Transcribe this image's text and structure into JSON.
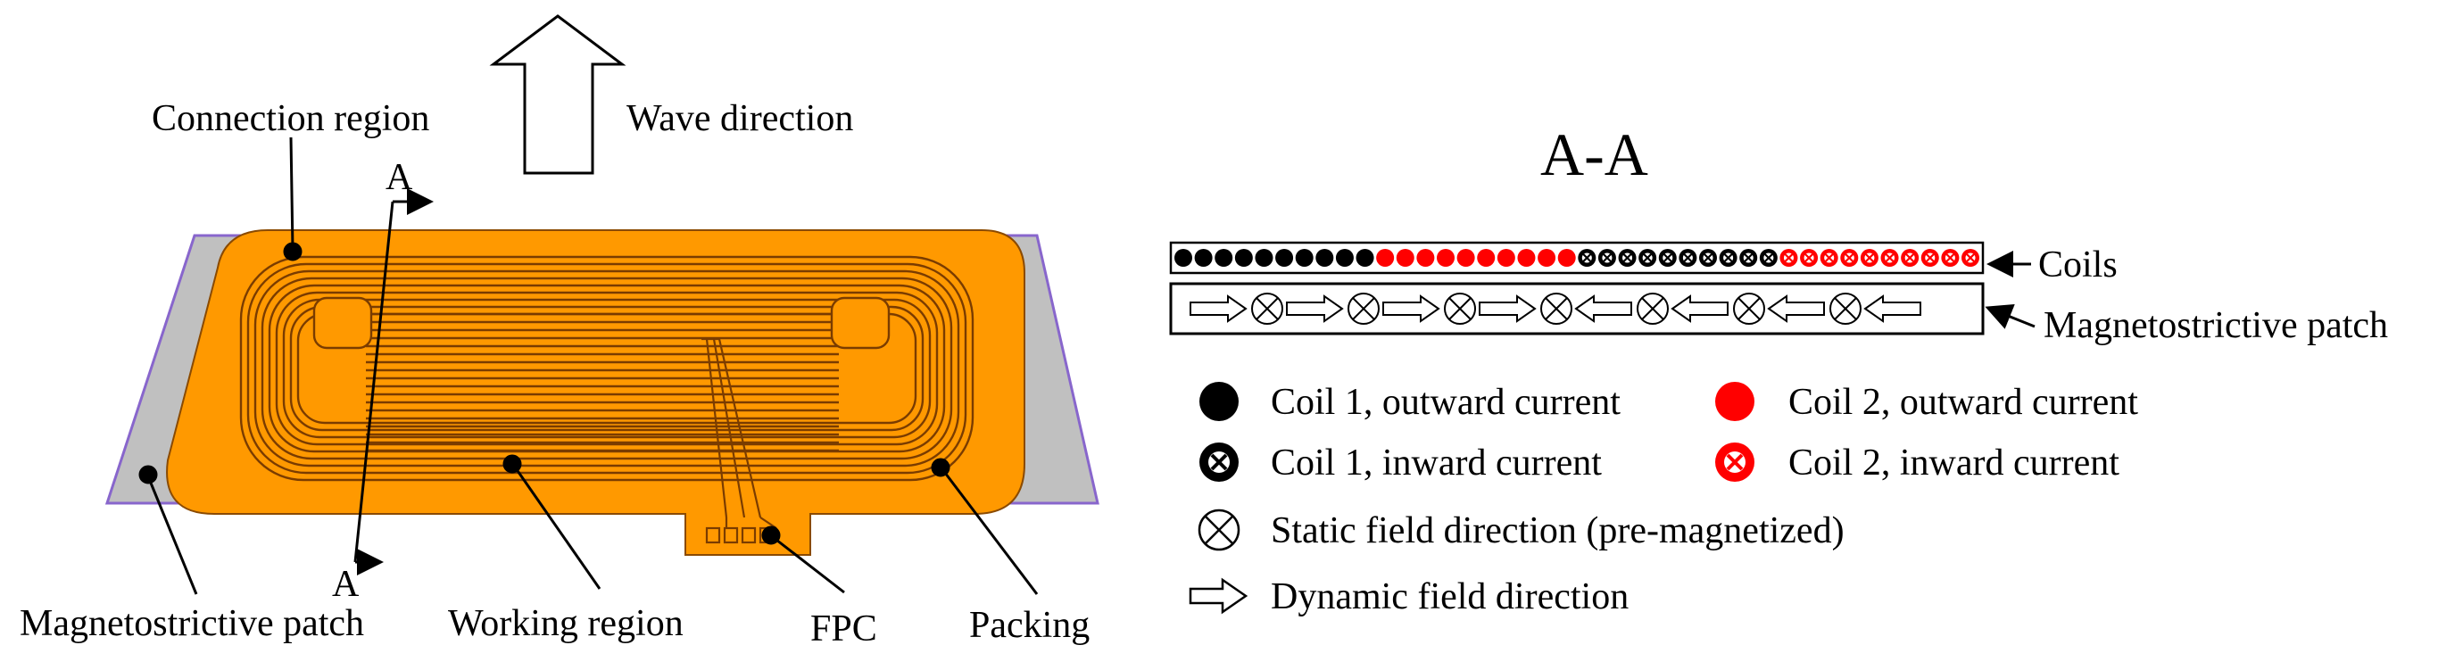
{
  "left_panel": {
    "labels": {
      "connection_region": "Connection region",
      "wave_direction": "Wave direction",
      "section_top": "A",
      "section_bottom": "A",
      "magnetostrictive_patch": "Magnetostrictive patch",
      "working_region": "Working region",
      "fpc": "FPC",
      "packing": "Packing"
    },
    "colors": {
      "packing": "#FF9900",
      "patch": "#C0C0C0",
      "patch_edge": "#8866CC",
      "trace": "#7a3c00"
    }
  },
  "right_panel": {
    "title": "A-A",
    "callouts": {
      "coils": "Coils",
      "patch": "Magnetostrictive patch"
    },
    "coil_row": [
      {
        "symbol": "dot",
        "color": "#000000",
        "count": 10
      },
      {
        "symbol": "dot",
        "color": "#FF0000",
        "count": 10
      },
      {
        "symbol": "cross",
        "color": "#000000",
        "count": 10
      },
      {
        "symbol": "cross",
        "color": "#FF0000",
        "count": 10
      }
    ],
    "patch_row": [
      "right",
      "x",
      "right",
      "x",
      "right",
      "x",
      "right",
      "x",
      "left",
      "x",
      "left",
      "x",
      "left",
      "x",
      "left"
    ],
    "legend": [
      {
        "symbol": "dot",
        "color": "#000000",
        "text": "Coil 1, outward current"
      },
      {
        "symbol": "dot",
        "color": "#FF0000",
        "text": "Coil 2, outward current"
      },
      {
        "symbol": "cross",
        "color": "#000000",
        "text": "Coil 1, inward current"
      },
      {
        "symbol": "cross",
        "color": "#FF0000",
        "text": "Coil 2, inward current"
      },
      {
        "symbol": "static",
        "color": "#000000",
        "text": "Static field direction (pre-magnetized)"
      },
      {
        "symbol": "arrow",
        "color": "#000000",
        "text": "Dynamic field direction"
      }
    ]
  }
}
